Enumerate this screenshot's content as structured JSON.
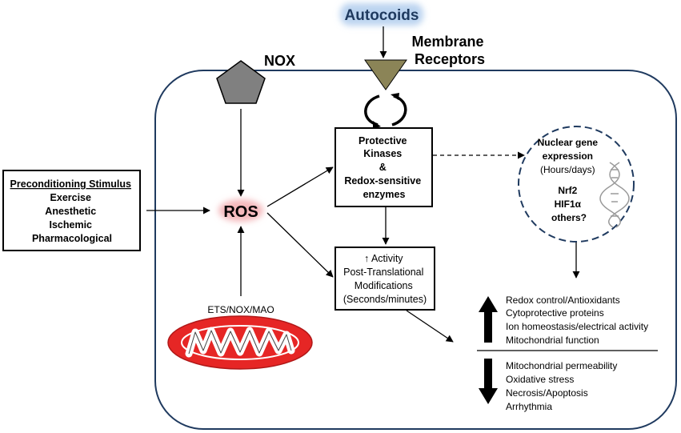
{
  "labels": {
    "autocoids": "Autocoids",
    "membrane_receptors": [
      "Membrane",
      "Receptors"
    ],
    "nox": "NOX",
    "ros": "ROS",
    "mito_label": "ETS/NOX/MAO"
  },
  "preconditioning": {
    "title": "Preconditioning Stimulus",
    "items": [
      "Exercise",
      "Anesthetic",
      "Ischemic",
      "Pharmacological"
    ]
  },
  "kinases_box": {
    "lines": [
      "Protective",
      "Kinases",
      "&",
      "Redox-sensitive",
      "enzymes"
    ]
  },
  "activity_box": {
    "lines": [
      "↑ Activity",
      "Post-Translational",
      "Modifications",
      "(Seconds/minutes)"
    ]
  },
  "nucleus": {
    "lines": [
      "Nuclear gene",
      "expression",
      "(Hours/days)",
      "Nrf2",
      "HIF1α",
      "others?"
    ]
  },
  "outcomes": {
    "up_items": [
      "Redox control/Antioxidants",
      "Cytoprotective proteins",
      "Ion homeostasis/electrical activity",
      "Mitochondrial function"
    ],
    "down_items": [
      "Mitochondrial permeability",
      "Oxidative stress",
      "Necrosis/Apoptosis",
      "Arrhythmia"
    ]
  },
  "colors": {
    "cell_border": "#1f3a5f",
    "nox_fill": "#808080",
    "receptor_fill": "#8b8457",
    "ros_glow": "#f4b8bb",
    "mito_fill": "#e62625",
    "autocoids_glow": "#bcd4f0",
    "dna": "#9a9a9a"
  }
}
